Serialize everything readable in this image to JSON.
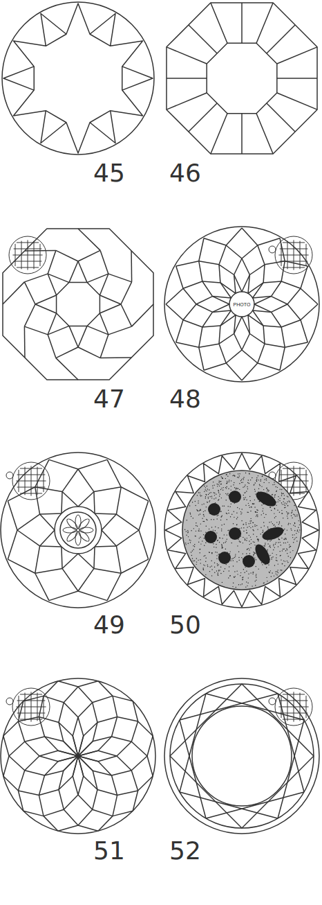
{
  "diagram": {
    "labels": [
      "45",
      "46",
      "47",
      "48",
      "PHOTO",
      "49",
      "50",
      "51",
      "52"
    ]
  }
}
